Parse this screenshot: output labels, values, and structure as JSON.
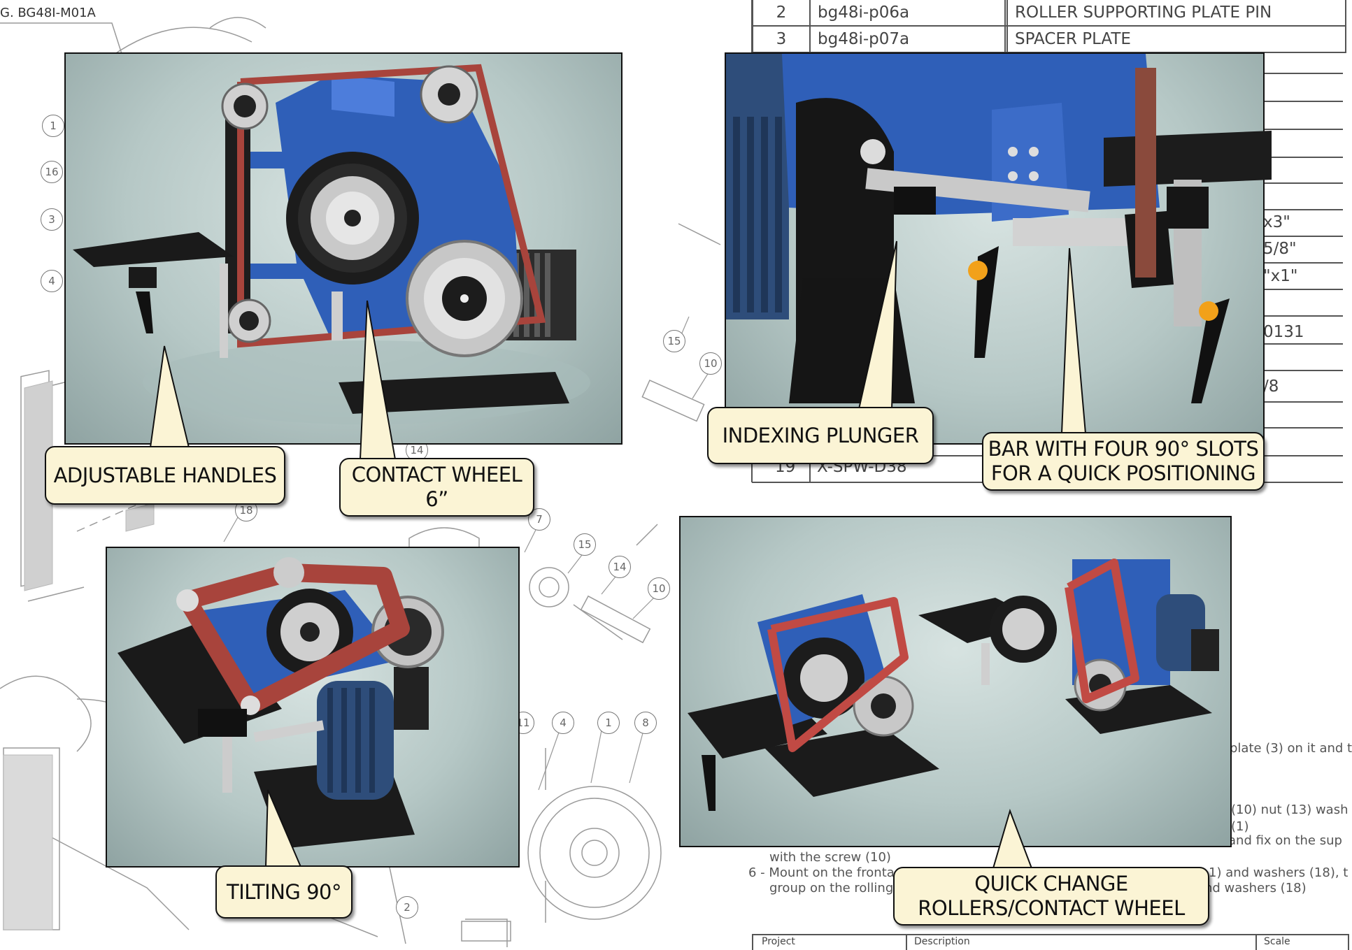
{
  "sheet": {
    "drawing_id": "G. BG48I-M01A",
    "parts": [
      {
        "num": "2",
        "code": "bg48i-p06a",
        "desc": "ROLLER SUPPORTING PLATE PIN"
      },
      {
        "num": "3",
        "code": "bg48i-p07a",
        "desc": "SPACER PLATE"
      }
    ],
    "last_part": {
      "num": "19",
      "code": "X-SPW-D38"
    },
    "table_fragments": [
      "\"",
      "x3\"",
      "5/8\"",
      "\"x1\"",
      "0131",
      "/8"
    ],
    "instructions": [
      "plate (3) on it and t",
      "(10) nut (13) wash",
      "(1)",
      "and fix on the sup",
      "with the screw (10)",
      "6 - Mount on the fronta",
      "1) and washers (18), t",
      "group on the rolling",
      "nd washers (18)"
    ],
    "title_block": {
      "project": "Project",
      "description": "Description",
      "scale": "Scale"
    },
    "callouts": [
      "1",
      "16",
      "3",
      "4",
      "15",
      "10",
      "14",
      "18",
      "7",
      "15",
      "14",
      "10",
      "11",
      "4",
      "1",
      "8",
      "2"
    ]
  },
  "labels": {
    "adjustable_handles": "ADJUSTABLE HANDLES",
    "contact_wheel": "CONTACT WHEEL 6”",
    "indexing_plunger": "INDEXING PLUNGER",
    "bar_line1": "BAR WITH FOUR 90° SLOTS",
    "bar_line2": "FOR A QUICK POSITIONING",
    "tilting": "TILTING 90°",
    "quick_line1": "QUICK CHANGE",
    "quick_line2": "ROLLERS/CONTACT WHEEL"
  },
  "colors": {
    "frame_blue": "#2f5fb8",
    "label_bg": "#fbf4d5",
    "belt_red": "#a8443c",
    "knob_orange": "#f2a11a",
    "render_bg": "#c4d3d1"
  },
  "photos": [
    {
      "name": "belt-grinder-side-render"
    },
    {
      "name": "indexing-plunger-closeup-render"
    },
    {
      "name": "tilted-90-top-render"
    },
    {
      "name": "two-grinders-render"
    }
  ]
}
